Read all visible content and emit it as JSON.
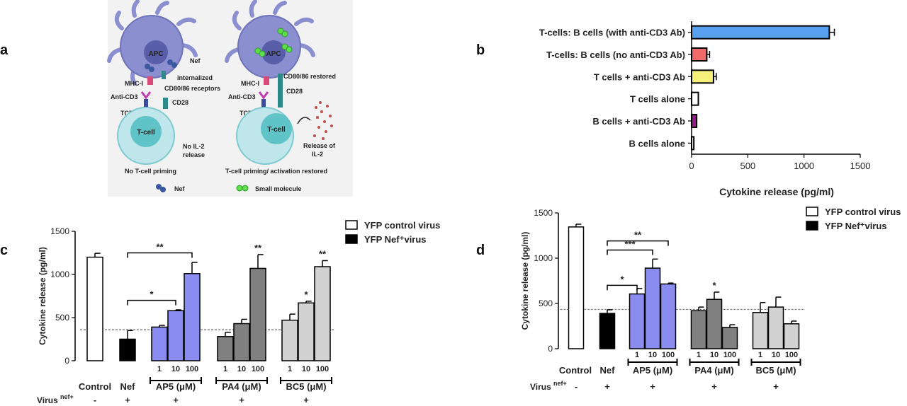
{
  "panel_labels": [
    "a",
    "b",
    "c",
    "d"
  ],
  "diagram": {
    "left": {
      "apc": "APC",
      "nef": "Nef",
      "internalized": "internalized",
      "receptors": "CD80/86 receptors",
      "mhc": "MHC-I",
      "anti_cd3": "Anti-CD3",
      "cd28": "CD28",
      "tcr": "TCR",
      "tcell": "T-cell",
      "no_il2_1": "No IL-2",
      "no_il2_2": "release",
      "caption": "No T-cell priming"
    },
    "right": {
      "apc": "APC",
      "restored": "CD80/86 restored",
      "mhc": "MHC-I",
      "anti_cd3": "Anti-CD3",
      "cd28": "CD28",
      "tcr": "TCR",
      "tcell": "T-cell",
      "release_1": "Release of",
      "release_2": "IL-2",
      "caption": "T-cell priming/ activation restored"
    },
    "legend": {
      "nef": "Nef",
      "small_molecule": "Small molecule"
    },
    "colors": {
      "apc": "#8b8fd0",
      "tcell": "#5fc3c7",
      "small_molecule": "#5ee04a",
      "il2": "#c2504a"
    }
  },
  "chart_data": [
    {
      "id": "b",
      "type": "bar",
      "orientation": "horizontal",
      "categories": [
        "T-cells: B cells (with anti-CD3 Ab)",
        "T-cells: B cells (no anti-CD3 Ab)",
        "T cells + anti-CD3 Ab",
        "T cells alone",
        "B cells + anti-CD3 Ab",
        "B cells alone"
      ],
      "values": [
        1225,
        135,
        195,
        60,
        45,
        20
      ],
      "errors": [
        45,
        25,
        25,
        0,
        0,
        0
      ],
      "colors": [
        "#5aa0f0",
        "#f06a6a",
        "#f6f07a",
        "#ffffff",
        "#9a1a8a",
        "#ffffff"
      ],
      "xlabel": "Cytokine release (pg/ml)",
      "xlim": [
        0,
        1500
      ],
      "xticks": [
        "0",
        "500",
        "1000",
        "1500"
      ]
    },
    {
      "id": "c",
      "type": "bar",
      "ylabel": "Cytokine release (pg/ml)",
      "ylim": [
        0,
        1500
      ],
      "yticks": [
        "0",
        "500",
        "1000",
        "1500"
      ],
      "legend": [
        "YFP control virus",
        "YFP Nef⁺virus"
      ],
      "categories": [
        "Control",
        "Nef",
        "1",
        "10",
        "100",
        "1",
        "10",
        "100",
        "1",
        "10",
        "100"
      ],
      "values": [
        1200,
        250,
        390,
        580,
        1010,
        280,
        430,
        1070,
        470,
        670,
        1090
      ],
      "errors": [
        45,
        100,
        20,
        10,
        130,
        50,
        50,
        160,
        70,
        20,
        70
      ],
      "colors": [
        "#ffffff",
        "#000000",
        "#8a8cf0",
        "#8a8cf0",
        "#8a8cf0",
        "#808080",
        "#808080",
        "#808080",
        "#d2d2d2",
        "#d2d2d2",
        "#d2d2d2"
      ],
      "baseline": 360,
      "groups": [
        {
          "label": "AP5 (μM)",
          "virus": "+"
        },
        {
          "label": "PA4 (μM)",
          "virus": "+"
        },
        {
          "label": "BC5 (μM)",
          "virus": "+"
        }
      ],
      "control_labels": [
        "Control",
        "Nef"
      ],
      "virus_label": "Virus",
      "virus_sup": "nef+",
      "virus_signs": [
        "-",
        "+"
      ],
      "brackets": [
        {
          "text": "**",
          "from": 1,
          "to": 4,
          "level": 1250
        },
        {
          "text": "*",
          "from": 1,
          "to": 3,
          "level": 700
        }
      ],
      "stars": [
        {
          "bar": 7,
          "text": "**"
        },
        {
          "bar": 9,
          "text": "*"
        },
        {
          "bar": 10,
          "text": "**"
        }
      ]
    },
    {
      "id": "d",
      "type": "bar",
      "ylabel": "Cytokine release (pg/ml)",
      "ylim": [
        0,
        1500
      ],
      "yticks": [
        "0",
        "500",
        "1000",
        "1500"
      ],
      "legend": [
        "YFP control virus",
        "YFP Nef⁺virus"
      ],
      "categories": [
        "Control",
        "Nef",
        "1",
        "10",
        "100",
        "1",
        "10",
        "100",
        "1",
        "10",
        "100"
      ],
      "values": [
        1345,
        390,
        605,
        890,
        715,
        420,
        545,
        235,
        400,
        460,
        275
      ],
      "errors": [
        30,
        40,
        60,
        100,
        10,
        40,
        80,
        30,
        110,
        110,
        30
      ],
      "colors": [
        "#ffffff",
        "#000000",
        "#8a8cf0",
        "#8a8cf0",
        "#8a8cf0",
        "#808080",
        "#808080",
        "#808080",
        "#d2d2d2",
        "#d2d2d2",
        "#d2d2d2"
      ],
      "baseline": 435,
      "groups": [
        {
          "label": "AP5 (μM)",
          "virus": "+"
        },
        {
          "label": "PA4 (μM)",
          "virus": "+"
        },
        {
          "label": "BC5 (μM)",
          "virus": "+"
        }
      ],
      "control_labels": [
        "Control",
        "Nef"
      ],
      "virus_label": "Virus",
      "virus_sup": "nef+",
      "virus_signs": [
        "-",
        "+"
      ],
      "brackets": [
        {
          "text": "**",
          "from": 1,
          "to": 4,
          "level": 1190
        },
        {
          "text": "***",
          "from": 1,
          "to": 3,
          "level": 1090
        },
        {
          "text": "*",
          "from": 1,
          "to": 2,
          "level": 700
        }
      ],
      "stars": [
        {
          "bar": 6,
          "text": "*"
        }
      ]
    }
  ]
}
